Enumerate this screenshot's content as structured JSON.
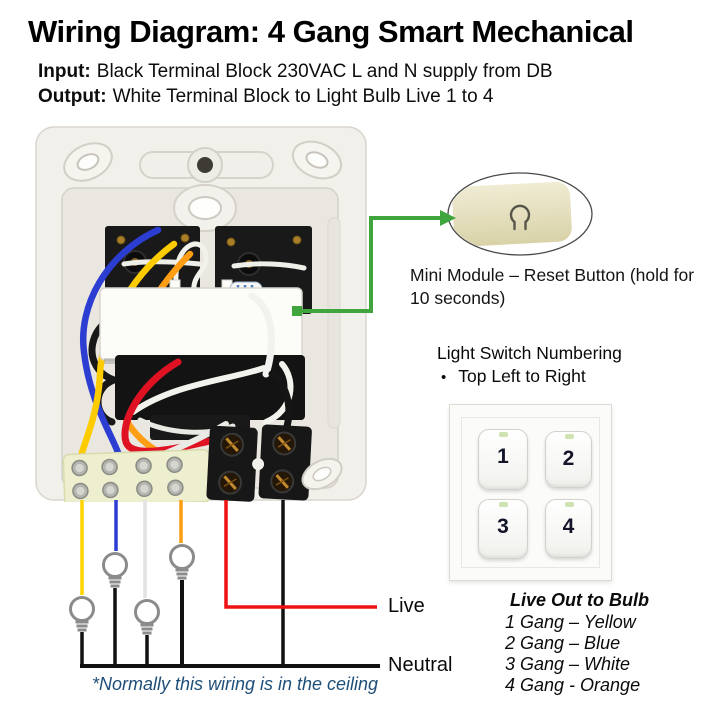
{
  "title": "Wiring Diagram: 4 Gang Smart Mechanical",
  "io": {
    "input_label": "Input:",
    "input_text": "Black Terminal Block 230VAC L and N supply from DB",
    "output_label": "Output:",
    "output_text": "White Terminal Block to Light Bulb Live 1 to 4"
  },
  "callout": {
    "text": "Mini Module – Reset Button (hold for 10 seconds)"
  },
  "numbering": {
    "heading": "Light Switch Numbering",
    "bullet_glyph": "•",
    "bullet": "Top Left to Right",
    "buttons": [
      "1",
      "2",
      "3",
      "4"
    ]
  },
  "wiring_labels": {
    "live": "Live",
    "neutral": "Neutral"
  },
  "footnote": "*Normally this wiring is in the ceiling",
  "legend": {
    "heading": "Live Out to Bulb",
    "items": [
      "1 Gang – Yellow",
      "2 Gang – Blue",
      "3 Gang – White",
      "4 Gang - Orange"
    ]
  },
  "colors": {
    "arrow_green": "#3fa53c",
    "wire_yellow": "#ffd400",
    "wire_blue": "#2c3ed2",
    "wire_white": "#e2e2e0",
    "wire_orange": "#ff9d14",
    "wire_red": "#ee1111",
    "wire_black": "#111111",
    "footnote_blue": "#1f4e79",
    "led_green": "#cfe2b2"
  }
}
